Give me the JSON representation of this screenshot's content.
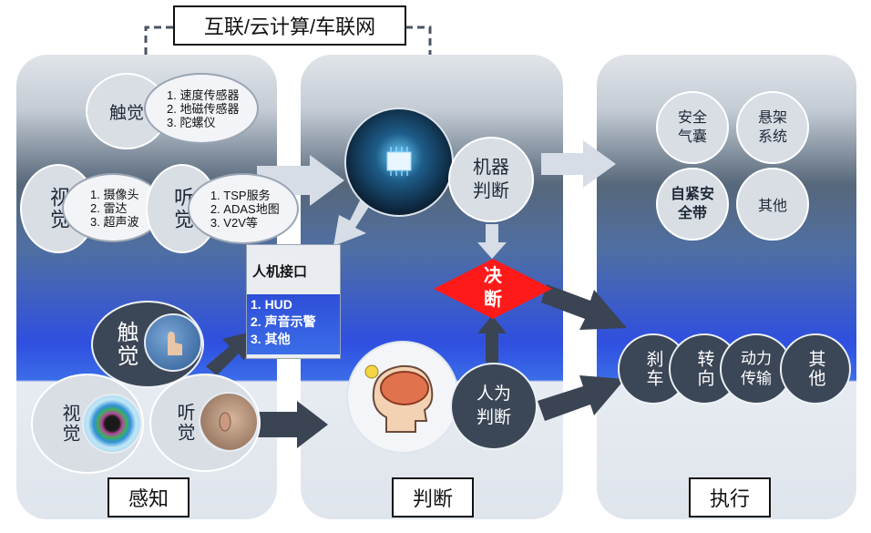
{
  "top_label": "互联/云计算/车联网",
  "sections": {
    "perception": "感知",
    "judgment": "判断",
    "execution": "执行"
  },
  "perception_upper": {
    "touch": {
      "label": "触觉",
      "items": [
        "速度传感器",
        "地磁传感器",
        "陀螺仪"
      ]
    },
    "vision": {
      "label": "视觉",
      "items": [
        "摄像头",
        "雷达",
        "超声波"
      ]
    },
    "hearing": {
      "label": "听觉",
      "items": [
        "TSP服务",
        "ADAS地图",
        "V2V等"
      ]
    }
  },
  "hmi": {
    "title": "人机接口",
    "items": [
      "1. HUD",
      "2. 声音示警",
      "3. 其他"
    ]
  },
  "perception_lower": {
    "touch": "触觉",
    "vision": "视觉",
    "hearing": "听觉"
  },
  "machine_judgment": "机器判断",
  "decision": "决断",
  "human_judgment": "人为判断",
  "execution_upper": {
    "airbag": "安全气囊",
    "suspension": "悬架系统",
    "seatbelt": "自紧安全带",
    "other": "其他"
  },
  "execution_lower": {
    "brake": "刹车",
    "steering": "转向",
    "powertrain": "动力传输",
    "other": "其他"
  },
  "colors": {
    "decision_red": "#ff1a1a",
    "dark_circle": "#3b4656",
    "arrow": "#3a4453",
    "arrow_light": "#d6dde6"
  }
}
